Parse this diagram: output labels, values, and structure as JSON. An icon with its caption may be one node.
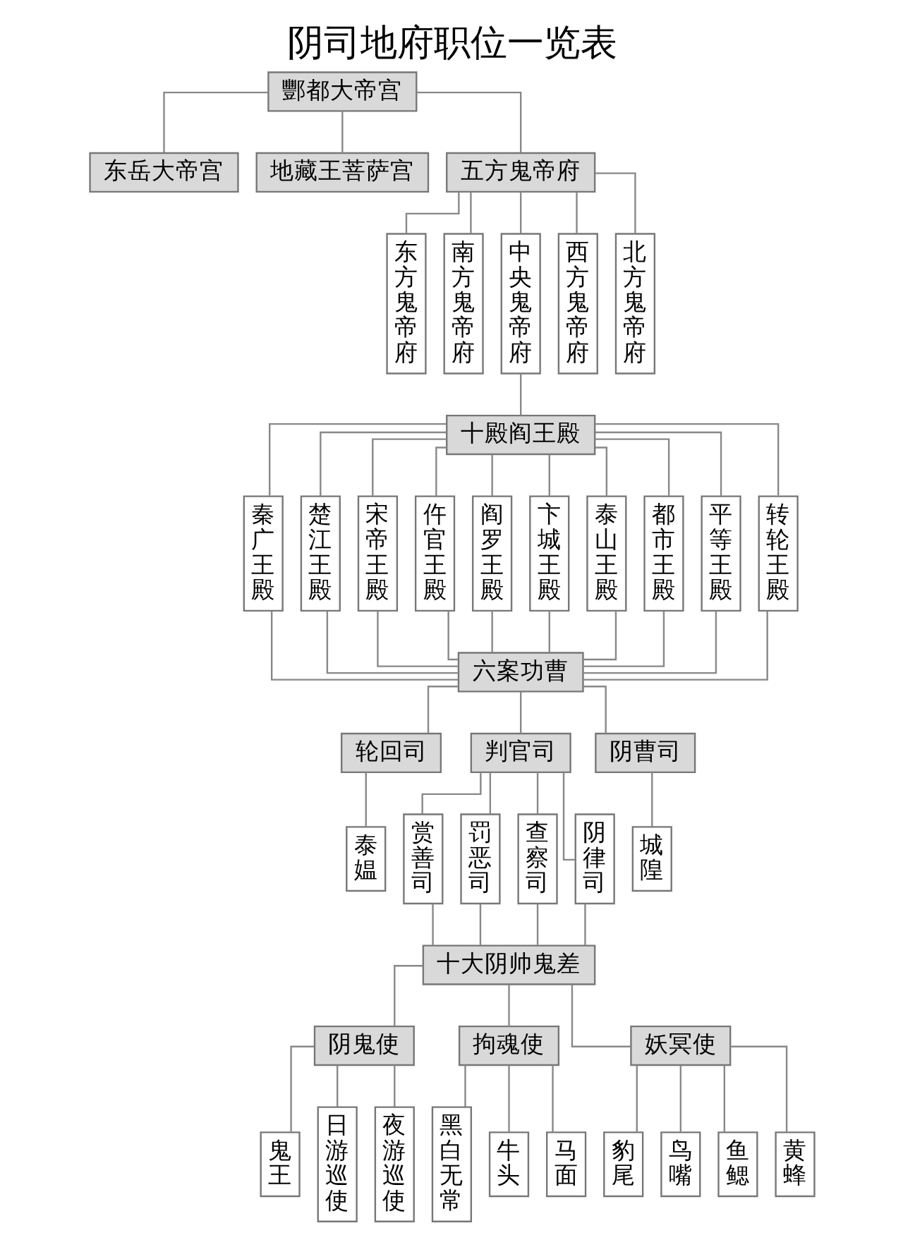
{
  "diagram": {
    "title": "阴司地府职位一览表",
    "nodes": [
      {
        "text": [
          "酆都大帝宫"
        ]
      },
      {
        "text": [
          "东岳大帝宫"
        ]
      },
      {
        "text": [
          "地藏王菩萨宫"
        ]
      },
      {
        "text": [
          "五方鬼帝府"
        ]
      },
      {
        "text": [
          "东方鬼帝府"
        ]
      },
      {
        "text": [
          "南方鬼帝府"
        ]
      },
      {
        "text": [
          "中央鬼帝府"
        ]
      },
      {
        "text": [
          "西方鬼帝府"
        ]
      },
      {
        "text": [
          "北方鬼帝府"
        ]
      },
      {
        "text": [
          "十殿阎王殿"
        ]
      },
      {
        "text": [
          "秦广王殿"
        ]
      },
      {
        "text": [
          "楚江王殿"
        ]
      },
      {
        "text": [
          "宋帝王殿"
        ]
      },
      {
        "text": [
          "仵官王殿"
        ]
      },
      {
        "text": [
          "阎罗王殿"
        ]
      },
      {
        "text": [
          "卞城王殿"
        ]
      },
      {
        "text": [
          "泰山王殿"
        ]
      },
      {
        "text": [
          "都市王殿"
        ]
      },
      {
        "text": [
          "平等王殿"
        ]
      },
      {
        "text": [
          "转轮王殿"
        ]
      },
      {
        "text": [
          "六案功曹"
        ]
      },
      {
        "text": [
          "轮回司"
        ]
      },
      {
        "text": [
          "判官司"
        ]
      },
      {
        "text": [
          "阴曹司"
        ]
      },
      {
        "text": [
          "泰媪"
        ]
      },
      {
        "text": [
          "赏善司"
        ]
      },
      {
        "text": [
          "罚恶司"
        ]
      },
      {
        "text": [
          "查察司"
        ]
      },
      {
        "text": [
          "阴律司"
        ]
      },
      {
        "text": [
          "城隍"
        ]
      },
      {
        "text": [
          "十大阴帅鬼差"
        ]
      },
      {
        "text": [
          "阴鬼使"
        ]
      },
      {
        "text": [
          "拘魂使"
        ]
      },
      {
        "text": [
          "妖冥使"
        ]
      },
      {
        "text": [
          "鬼王"
        ]
      },
      {
        "text": [
          "日游巡使"
        ]
      },
      {
        "text": [
          "夜游巡使"
        ]
      },
      {
        "text": [
          "黑白无常"
        ]
      },
      {
        "text": [
          "牛头"
        ]
      },
      {
        "text": [
          "马面"
        ]
      },
      {
        "text": [
          "豹尾"
        ]
      },
      {
        "text": [
          "鸟嘴"
        ]
      },
      {
        "text": [
          "鱼鳃"
        ]
      },
      {
        "text": [
          "黄蜂"
        ]
      }
    ],
    "edges": [
      {
        "from": 0,
        "to": 1,
        "arrow": "none"
      },
      {
        "from": 0,
        "to": 2,
        "arrow": "none"
      },
      {
        "from": 0,
        "to": 3,
        "arrow": "none"
      },
      {
        "from": 3,
        "to": 4,
        "arrow": "none"
      },
      {
        "from": 3,
        "to": 5,
        "arrow": "none"
      },
      {
        "from": 3,
        "to": 6,
        "arrow": "none"
      },
      {
        "from": 3,
        "to": 7,
        "arrow": "none"
      },
      {
        "from": 3,
        "to": 8,
        "arrow": "none"
      },
      {
        "from": 6,
        "to": 9,
        "arrow": "none"
      },
      {
        "from": 9,
        "to": 10,
        "arrow": "none"
      },
      {
        "from": 9,
        "to": 11,
        "arrow": "none"
      },
      {
        "from": 9,
        "to": 12,
        "arrow": "none"
      },
      {
        "from": 9,
        "to": 13,
        "arrow": "none"
      },
      {
        "from": 9,
        "to": 14,
        "arrow": "none"
      },
      {
        "from": 9,
        "to": 15,
        "arrow": "none"
      },
      {
        "from": 9,
        "to": 16,
        "arrow": "none"
      },
      {
        "from": 9,
        "to": 17,
        "arrow": "none"
      },
      {
        "from": 9,
        "to": 18,
        "arrow": "none"
      },
      {
        "from": 9,
        "to": 19,
        "arrow": "none"
      },
      {
        "from": 10,
        "to": 20,
        "arrow": "none"
      },
      {
        "from": 11,
        "to": 20,
        "arrow": "none"
      },
      {
        "from": 12,
        "to": 20,
        "arrow": "none"
      },
      {
        "from": 13,
        "to": 20,
        "arrow": "none"
      },
      {
        "from": 14,
        "to": 20,
        "arrow": "none"
      },
      {
        "from": 15,
        "to": 20,
        "arrow": "none"
      },
      {
        "from": 16,
        "to": 20,
        "arrow": "none"
      },
      {
        "from": 17,
        "to": 20,
        "arrow": "none"
      },
      {
        "from": 18,
        "to": 20,
        "arrow": "none"
      },
      {
        "from": 19,
        "to": 20,
        "arrow": "none"
      },
      {
        "from": 20,
        "to": 21,
        "arrow": "none"
      },
      {
        "from": 20,
        "to": 22,
        "arrow": "none"
      },
      {
        "from": 20,
        "to": 23,
        "arrow": "none"
      },
      {
        "from": 21,
        "to": 24,
        "arrow": "none"
      },
      {
        "from": 22,
        "to": 25,
        "arrow": "none"
      },
      {
        "from": 22,
        "to": 26,
        "arrow": "none"
      },
      {
        "from": 22,
        "to": 27,
        "arrow": "none"
      },
      {
        "from": 22,
        "to": 28,
        "arrow": "none"
      },
      {
        "from": 23,
        "to": 29,
        "arrow": "none"
      },
      {
        "from": 25,
        "to": 30,
        "arrow": "none"
      },
      {
        "from": 26,
        "to": 30,
        "arrow": "none"
      },
      {
        "from": 27,
        "to": 30,
        "arrow": "none"
      },
      {
        "from": 28,
        "to": 30,
        "arrow": "none"
      },
      {
        "from": 30,
        "to": 31,
        "arrow": "none"
      },
      {
        "from": 30,
        "to": 32,
        "arrow": "none"
      },
      {
        "from": 30,
        "to": 33,
        "arrow": "none"
      },
      {
        "from": 31,
        "to": 34,
        "arrow": "none"
      },
      {
        "from": 31,
        "to": 35,
        "arrow": "none"
      },
      {
        "from": 31,
        "to": 36,
        "arrow": "none"
      },
      {
        "from": 32,
        "to": 37,
        "arrow": "none"
      },
      {
        "from": 32,
        "to": 38,
        "arrow": "none"
      },
      {
        "from": 32,
        "to": 39,
        "arrow": "none"
      },
      {
        "from": 33,
        "to": 40,
        "arrow": "none"
      },
      {
        "from": 33,
        "to": 41,
        "arrow": "none"
      },
      {
        "from": 33,
        "to": 42,
        "arrow": "none"
      },
      {
        "from": 33,
        "to": 43,
        "arrow": "none"
      }
    ]
  }
}
